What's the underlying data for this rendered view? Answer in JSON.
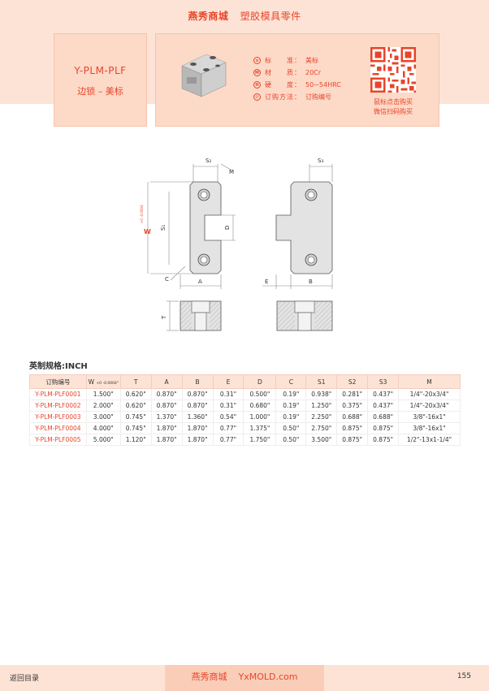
{
  "header": {
    "brand": "燕秀商城",
    "subtitle": "塑胶模具零件"
  },
  "product": {
    "code": "Y-PLM-PLF",
    "name": "边锁 – 美标"
  },
  "specs": [
    {
      "icon": "standard-icon",
      "glyph": "⊙",
      "label": "标　　准：",
      "value": "美标"
    },
    {
      "icon": "material-icon",
      "glyph": "M",
      "label": "材　　质：",
      "value": "20Cr"
    },
    {
      "icon": "hardness-icon",
      "glyph": "H",
      "label": "硬　　度：",
      "value": "50~54HRC"
    },
    {
      "icon": "order-icon",
      "glyph": "✆",
      "label": "订购方法：",
      "value": "订购编号"
    }
  ],
  "qr": {
    "line1": "鼠标点击购买",
    "line2": "微信扫码购买"
  },
  "drawing": {
    "labels": {
      "S2": "S₂",
      "S3": "S₃",
      "M": "M",
      "W": "W",
      "wtol": "+0 -0.0004",
      "S1": "S₁",
      "D": "D",
      "C": "C",
      "A": "A",
      "E": "E",
      "B": "B",
      "T": "T"
    }
  },
  "section": {
    "title": "英制规格:INCH"
  },
  "table": {
    "headers": [
      "订购编号",
      "W",
      "T",
      "A",
      "B",
      "E",
      "D",
      "C",
      "S1",
      "S2",
      "S3",
      "M"
    ],
    "w_tolerance": "+0 -0.0004\"",
    "rows": [
      [
        "Y-PLM-PLF0001",
        "1.500\"",
        "0.620\"",
        "0.870\"",
        "0.870\"",
        "0.31\"",
        "0.500\"",
        "0.19\"",
        "0.938\"",
        "0.281\"",
        "0.437\"",
        "1/4\"-20x3/4\""
      ],
      [
        "Y-PLM-PLF0002",
        "2.000\"",
        "0.620\"",
        "0.870\"",
        "0.870\"",
        "0.31\"",
        "0.680\"",
        "0.19\"",
        "1.250\"",
        "0.375\"",
        "0.437\"",
        "1/4\"-20x3/4\""
      ],
      [
        "Y-PLM-PLF0003",
        "3.000\"",
        "0.745\"",
        "1.370\"",
        "1.360\"",
        "0.54\"",
        "1.000\"",
        "0.19\"",
        "2.250\"",
        "0.688\"",
        "0.688\"",
        "3/8\"-16x1\""
      ],
      [
        "Y-PLM-PLF0004",
        "4.000\"",
        "0.745\"",
        "1.870\"",
        "1.870\"",
        "0.77\"",
        "1.375\"",
        "0.50\"",
        "2.750\"",
        "0.875\"",
        "0.875\"",
        "3/8\"-16x1\""
      ],
      [
        "Y-PLM-PLF0005",
        "5.000\"",
        "1.120\"",
        "1.870\"",
        "1.870\"",
        "0.77\"",
        "1.750\"",
        "0.50\"",
        "3.500\"",
        "0.875\"",
        "0.875\"",
        "1/2\"-13x1-1/4\""
      ]
    ]
  },
  "footer": {
    "back": "返回目录",
    "brand": "燕秀商城",
    "site": "YxMOLD.com",
    "page": "155"
  },
  "colors": {
    "accent": "#e8442a",
    "bg_light": "#fde3d6",
    "card": "#fdd9c7"
  }
}
